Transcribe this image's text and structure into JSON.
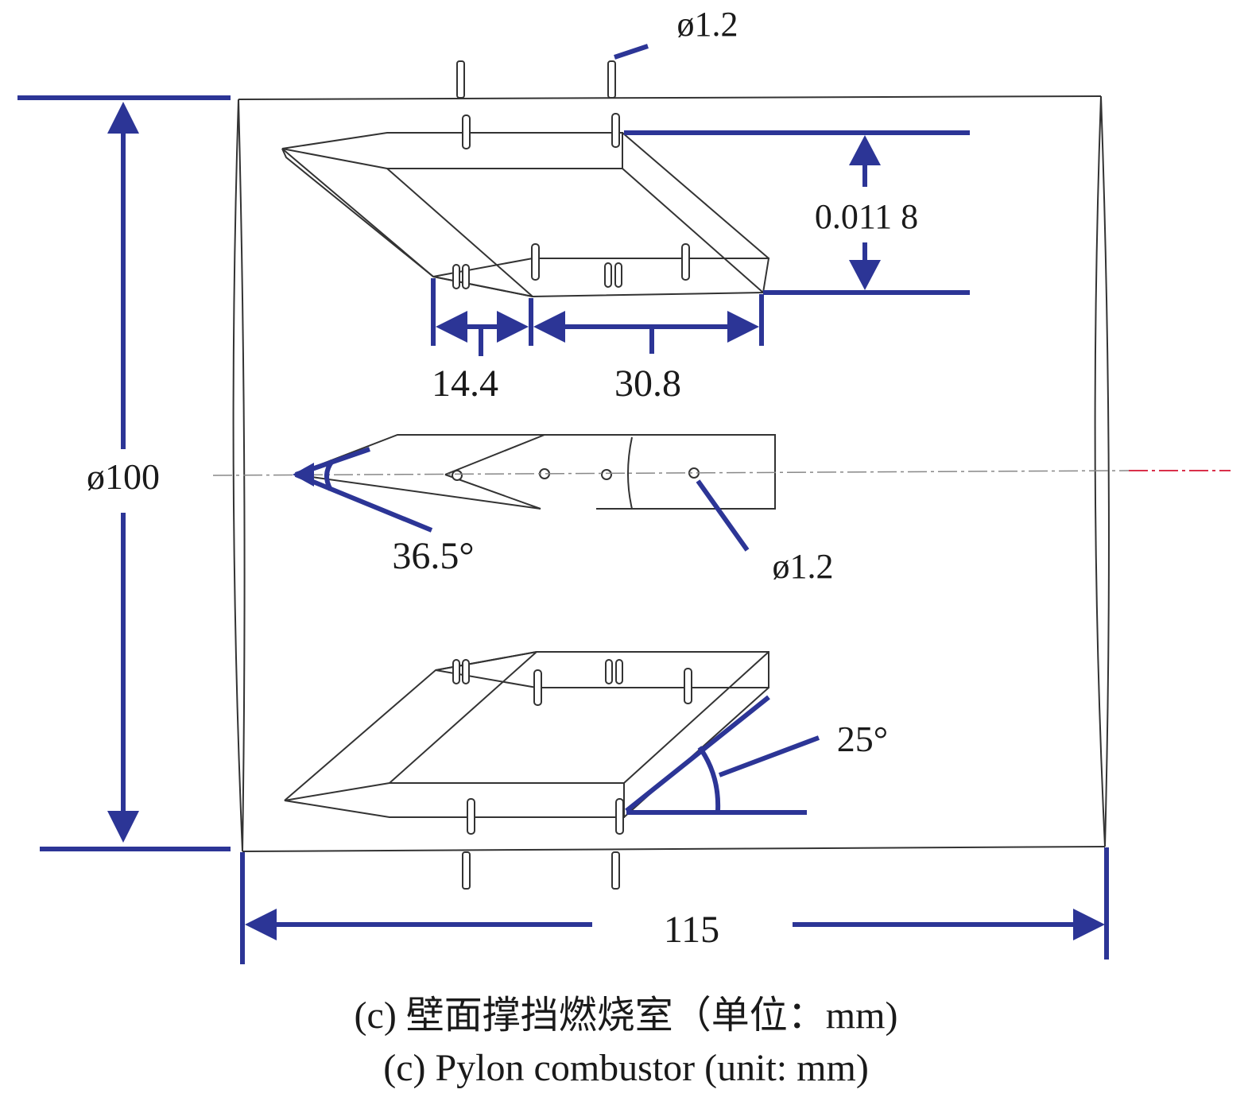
{
  "figure": {
    "labels": {
      "top_hole_dia": "ø1.2",
      "pylon_height": "0.011 8",
      "len_front": "14.4",
      "len_back": "30.8",
      "diameter": "ø100",
      "half_angle": "36.5°",
      "side_hole_dia": "ø1.2",
      "ramp_angle": "25°",
      "length": "115"
    },
    "caption_cn": "(c) 壁面撑挡燃烧室（单位：mm)",
    "caption_en": "(c) Pylon combustor (unit: mm)"
  },
  "colors": {
    "dimension": "#2c3596",
    "outline": "#333333",
    "centerline_end": "#d9304a"
  }
}
